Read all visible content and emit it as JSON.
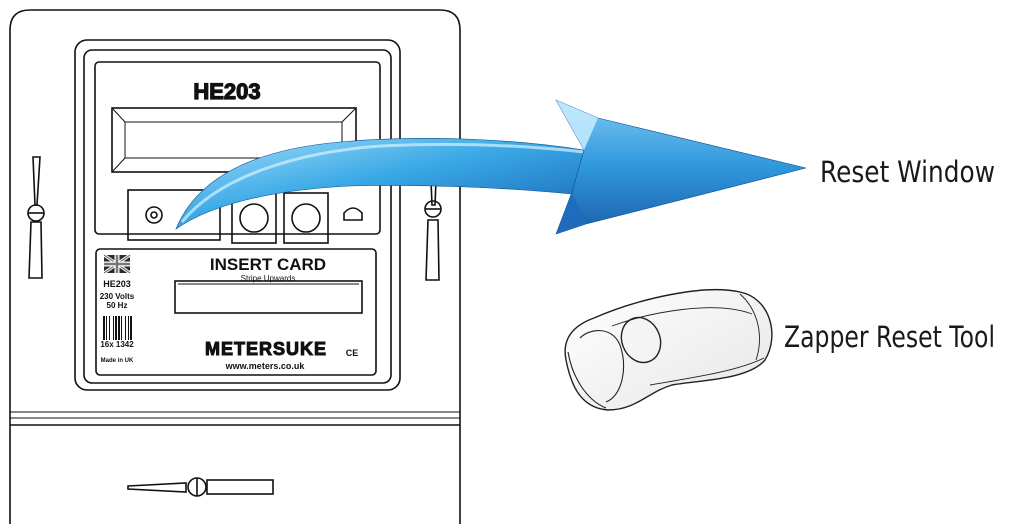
{
  "meter": {
    "model_title": "HE203",
    "card_slot_title": "INSERT CARD",
    "card_slot_subtitle": "Stripe Upwards",
    "plate_model": "HE203",
    "voltage": "230 Volts",
    "frequency": "50 Hz",
    "serial": "16x 1342",
    "made_in": "Made in UK",
    "brand": "METERSUKE",
    "website": "www.meters.co.uk",
    "ce_mark": "CE"
  },
  "labels": {
    "reset_window": "Reset Window",
    "zapper_tool": "Zapper Reset Tool"
  },
  "colors": {
    "arrow_light": "#8fd3f7",
    "arrow_mid": "#36a6e4",
    "arrow_dark": "#1463b3",
    "outline": "#111111"
  },
  "icons": [
    "uk-flag-icon",
    "barcode-icon",
    "screw-icon",
    "arrow-icon",
    "zapper-tool-icon"
  ]
}
